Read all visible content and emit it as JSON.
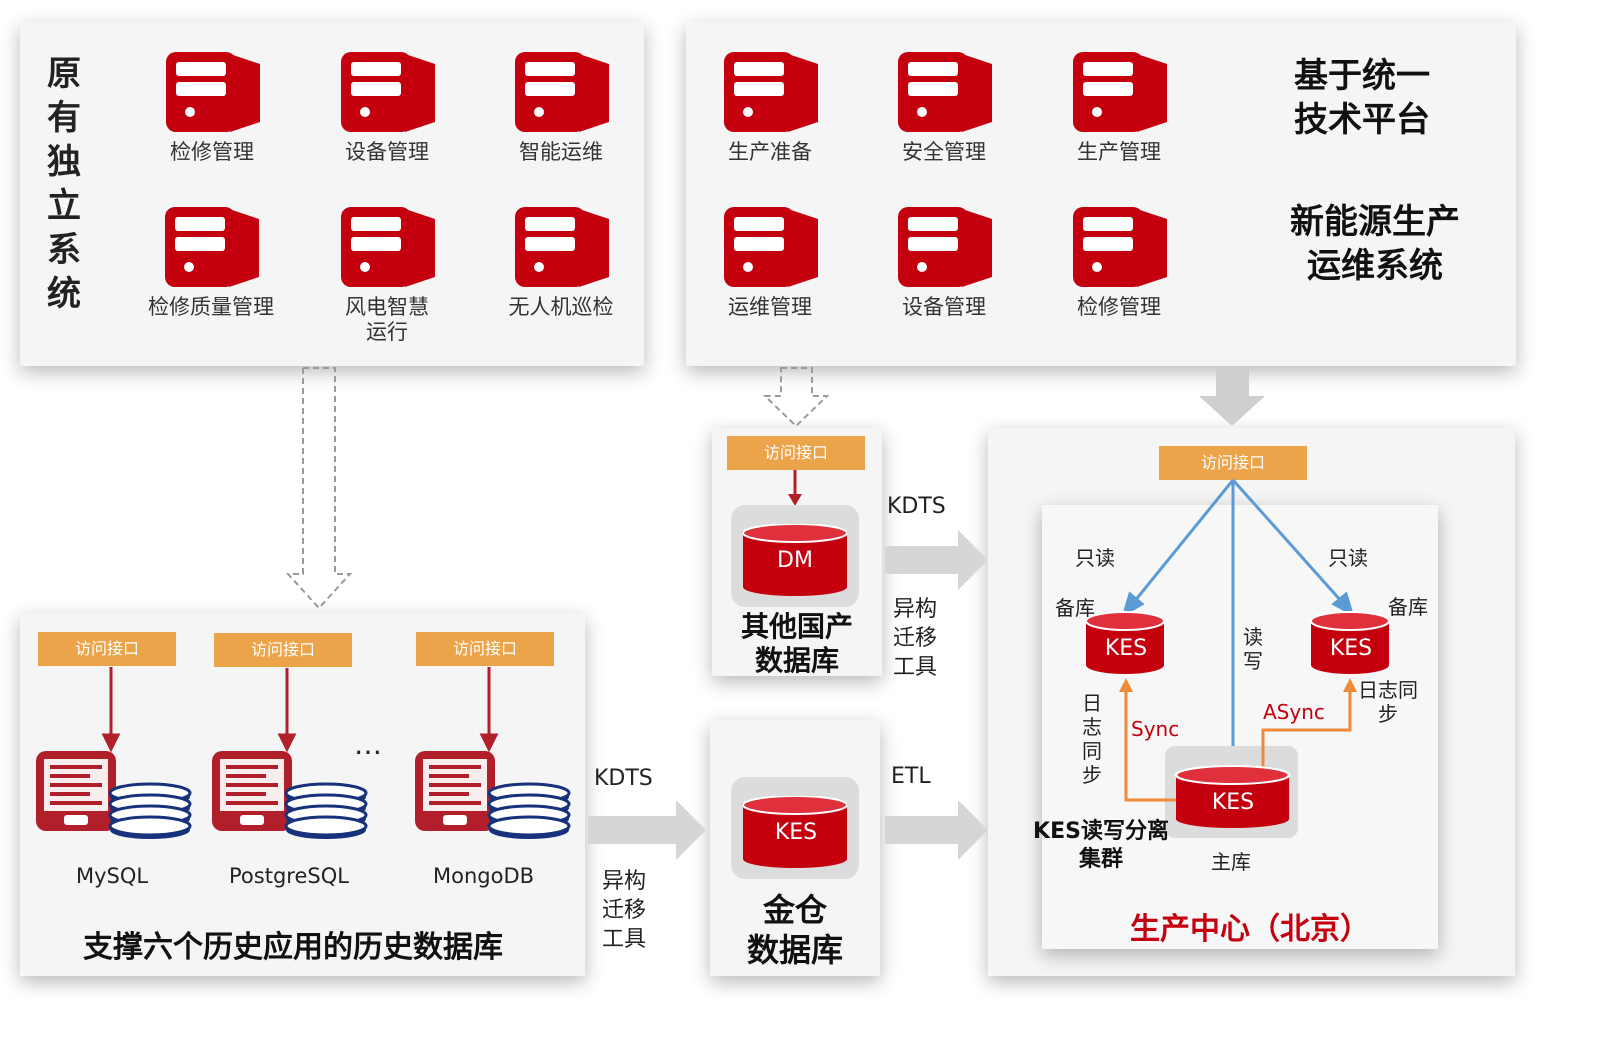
{
  "legacy": {
    "title": "原有独立系统",
    "items": [
      "检修管理",
      "设备管理",
      "智能运维",
      "检修质量管理",
      "风电智慧运行",
      "无人机巡检"
    ]
  },
  "unified": {
    "items": [
      "生产准备",
      "安全管理",
      "生产管理",
      "运维管理",
      "设备管理",
      "检修管理"
    ],
    "title_line1": "基于统一",
    "title_line2": "技术平台",
    "subtitle_line1": "新能源生产",
    "subtitle_line2": "运维系统"
  },
  "history": {
    "interface": "访问接口",
    "dbs": [
      "MySQL",
      "PostgreSQL",
      "MongoDB"
    ],
    "ellipsis": "…",
    "title": "支撑六个历史应用的历史数据库"
  },
  "domestic": {
    "interface": "访问接口",
    "db": "DM",
    "title_line1": "其他国产",
    "title_line2": "数据库"
  },
  "jincang": {
    "db": "KES",
    "title_line1": "金仓",
    "title_line2": "数据库"
  },
  "tools": {
    "kdts_top": "KDTS",
    "kdts_bottom": "KDTS",
    "etl": "ETL",
    "hetero": [
      "异",
      "构",
      "迁",
      "移",
      "工",
      "具"
    ],
    "hetero_lines": [
      "异构",
      "迁移",
      "工具"
    ]
  },
  "center": {
    "interface": "访问接口",
    "readonly_left": "只读",
    "readonly_right": "只读",
    "standby_left": "备库",
    "standby_right": "备库",
    "kes_left": "KES",
    "kes_right": "KES",
    "kes_main": "KES",
    "readwrite": [
      "读",
      "写"
    ],
    "log_sync_left": [
      "日",
      "志",
      "同",
      "步"
    ],
    "log_sync_right_line1": "日志同",
    "log_sync_right_line2": "步",
    "sync": "Sync",
    "async": "ASync",
    "cluster_line1": "KES读写分离",
    "cluster_line2": "集群",
    "primary": "主库",
    "title": "生产中心（北京）"
  },
  "colors": {
    "red": "#c4000f",
    "orange": "#eba44a",
    "blue": "#5b9bd5",
    "sync_orange": "#ee8a3a",
    "dark_red": "#b1202a",
    "navy": "#16327a"
  }
}
